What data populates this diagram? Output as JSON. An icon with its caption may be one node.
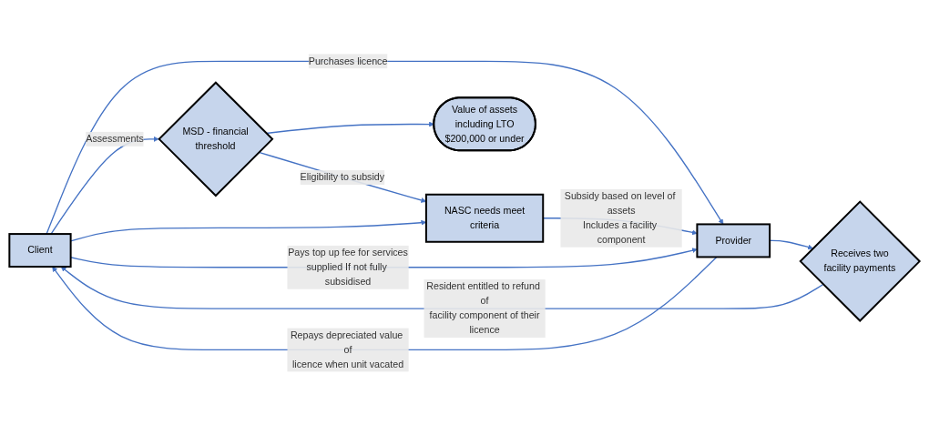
{
  "diagram": {
    "nodes": [
      {
        "text": [
          "Client"
        ]
      },
      {
        "text": [
          "Provider"
        ]
      },
      {
        "text": [
          "Receives  two facility payments"
        ]
      },
      {
        "text": [
          "MSD - financial threshold"
        ]
      },
      {
        "text": [
          "NASC needs meet criteria"
        ]
      },
      {
        "text": [
          "Value of assets including LTO $200,000 or under"
        ]
      }
    ],
    "edges": [
      {
        "from": 0,
        "to": 1,
        "arrow": "to",
        "label": "Purchases licence"
      },
      {
        "from": 1,
        "to": 2,
        "arrow": "to"
      },
      {
        "from": 2,
        "to": 0,
        "arrow": "to",
        "label": "Resident entitled to refund of facility component of their licence"
      },
      {
        "from": 1,
        "to": 0,
        "arrow": "to",
        "label": "Repays depreciated value of licence when unit vacated"
      },
      {
        "from": 0,
        "to": 3,
        "arrow": "to",
        "label": "Assessments"
      },
      {
        "from": 0,
        "to": 4,
        "arrow": "to"
      },
      {
        "from": 0,
        "to": 1,
        "arrow": "to",
        "label": "Pays top up fee for services supplied If not fully subsidised"
      },
      {
        "from": 3,
        "to": 5,
        "arrow": "to"
      },
      {
        "from": 3,
        "to": 4,
        "arrow": "to",
        "label": "Eligibility to subsidy"
      },
      {
        "from": 4,
        "to": 1,
        "arrow": "to",
        "label": "Subsidy based on level of assets Includes a facility component"
      }
    ]
  }
}
